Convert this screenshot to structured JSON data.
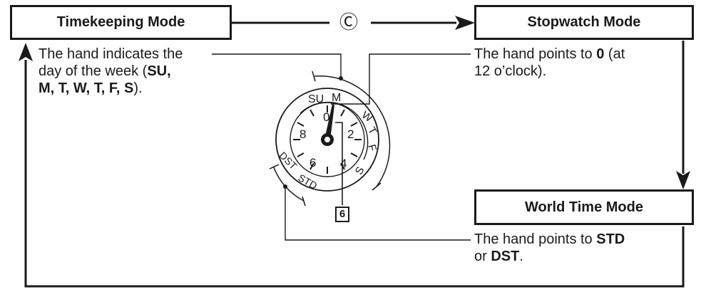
{
  "modes": {
    "timekeeping": "Timekeeping Mode",
    "stopwatch": "Stopwatch Mode",
    "world_time": "World Time Mode"
  },
  "button": "Ⓒ",
  "descriptions": {
    "timekeeping": {
      "line1": "The hand indicates the",
      "line2_prefix": "day of the week (",
      "line2_bold": "SU,",
      "line3_bold": "M, T, W, T, F, S",
      "line3_suffix": ")."
    },
    "stopwatch": {
      "line1_prefix": "The hand points to ",
      "line1_bold": "0",
      "line1_suffix": " (at",
      "line2": "12 o’clock)."
    },
    "world_time": {
      "line1_prefix": "The hand points to ",
      "line1_bold": "STD",
      "line2_prefix": "or ",
      "line2_bold": "DST",
      "line2_suffix": "."
    }
  },
  "dial": {
    "day_labels": [
      "SU",
      "M",
      "W",
      "T",
      "F",
      "S"
    ],
    "numbers": [
      "0",
      "2",
      "4",
      "6",
      "8"
    ],
    "std_label": "STD",
    "dst_label": "DST",
    "hand_label": "6"
  }
}
